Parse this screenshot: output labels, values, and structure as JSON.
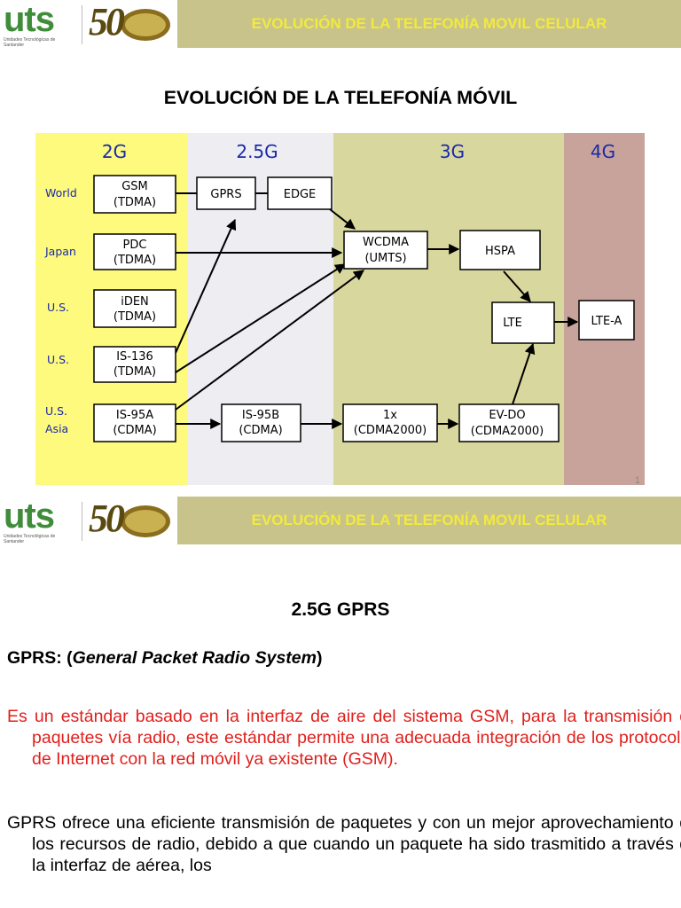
{
  "header": {
    "logo_text": "uts",
    "logo_subtext": "Unidades Tecnológicas de Santander",
    "anniversary_logo": "50",
    "band_title": "EVOLUCIÓN DE LA TELEFONÍA MOVIL CELULAR"
  },
  "slide1": {
    "title": "EVOLUCIÓN DE LA TELEFONÍA MÓVIL",
    "page_number": "1",
    "diagram": {
      "generations": [
        "2G",
        "2.5G",
        "3G",
        "4G"
      ],
      "regions": [
        "World",
        "Japan",
        "U.S.",
        "U.S.",
        "U.S.",
        "Asia"
      ],
      "nodes": {
        "gsm": [
          "GSM",
          "(TDMA)"
        ],
        "pdc": [
          "PDC",
          "(TDMA)"
        ],
        "iden": [
          "iDEN",
          "(TDMA)"
        ],
        "is136": [
          "IS-136",
          "(TDMA)"
        ],
        "is95a": [
          "IS-95A",
          "(CDMA)"
        ],
        "gprs": [
          "GPRS"
        ],
        "edge": [
          "EDGE"
        ],
        "is95b": [
          "IS-95B",
          "(CDMA)"
        ],
        "wcdma": [
          "WCDMA",
          "(UMTS)"
        ],
        "hspa": [
          "HSPA"
        ],
        "lte": [
          "LTE"
        ],
        "cdma1x": [
          "1x",
          "(CDMA2000)"
        ],
        "evdo": [
          "EV-DO",
          "(CDMA2000)"
        ],
        "ltea": [
          "LTE-A"
        ]
      },
      "colors": {
        "2g": "#fdfa7e",
        "2_5g": "#eeedf2",
        "3g": "#d8d79e",
        "4g": "#c8a39b",
        "generation_label": "#1a2aa8",
        "region_label": "#1a2aa8"
      }
    }
  },
  "slide2": {
    "title": "2.5G GPRS",
    "gprs_label": "GPRS: (",
    "gprs_expansion": "General Packet Radio System",
    "gprs_close": ")",
    "para1": "Es un estándar basado en la interfaz de aire del sistema GSM, para la transmisión de paquetes vía radio, este estándar permite una adecuada integración de los protocolos de Internet con la red móvil ya existente (GSM).",
    "para2": "GPRS ofrece una eficiente transmisión de paquetes y con un mejor aprovechamiento de los recursos de radio, debido a que cuando un paquete ha sido trasmitido a través de la interfaz de aérea, los",
    "para1_color": "#e0201c"
  }
}
